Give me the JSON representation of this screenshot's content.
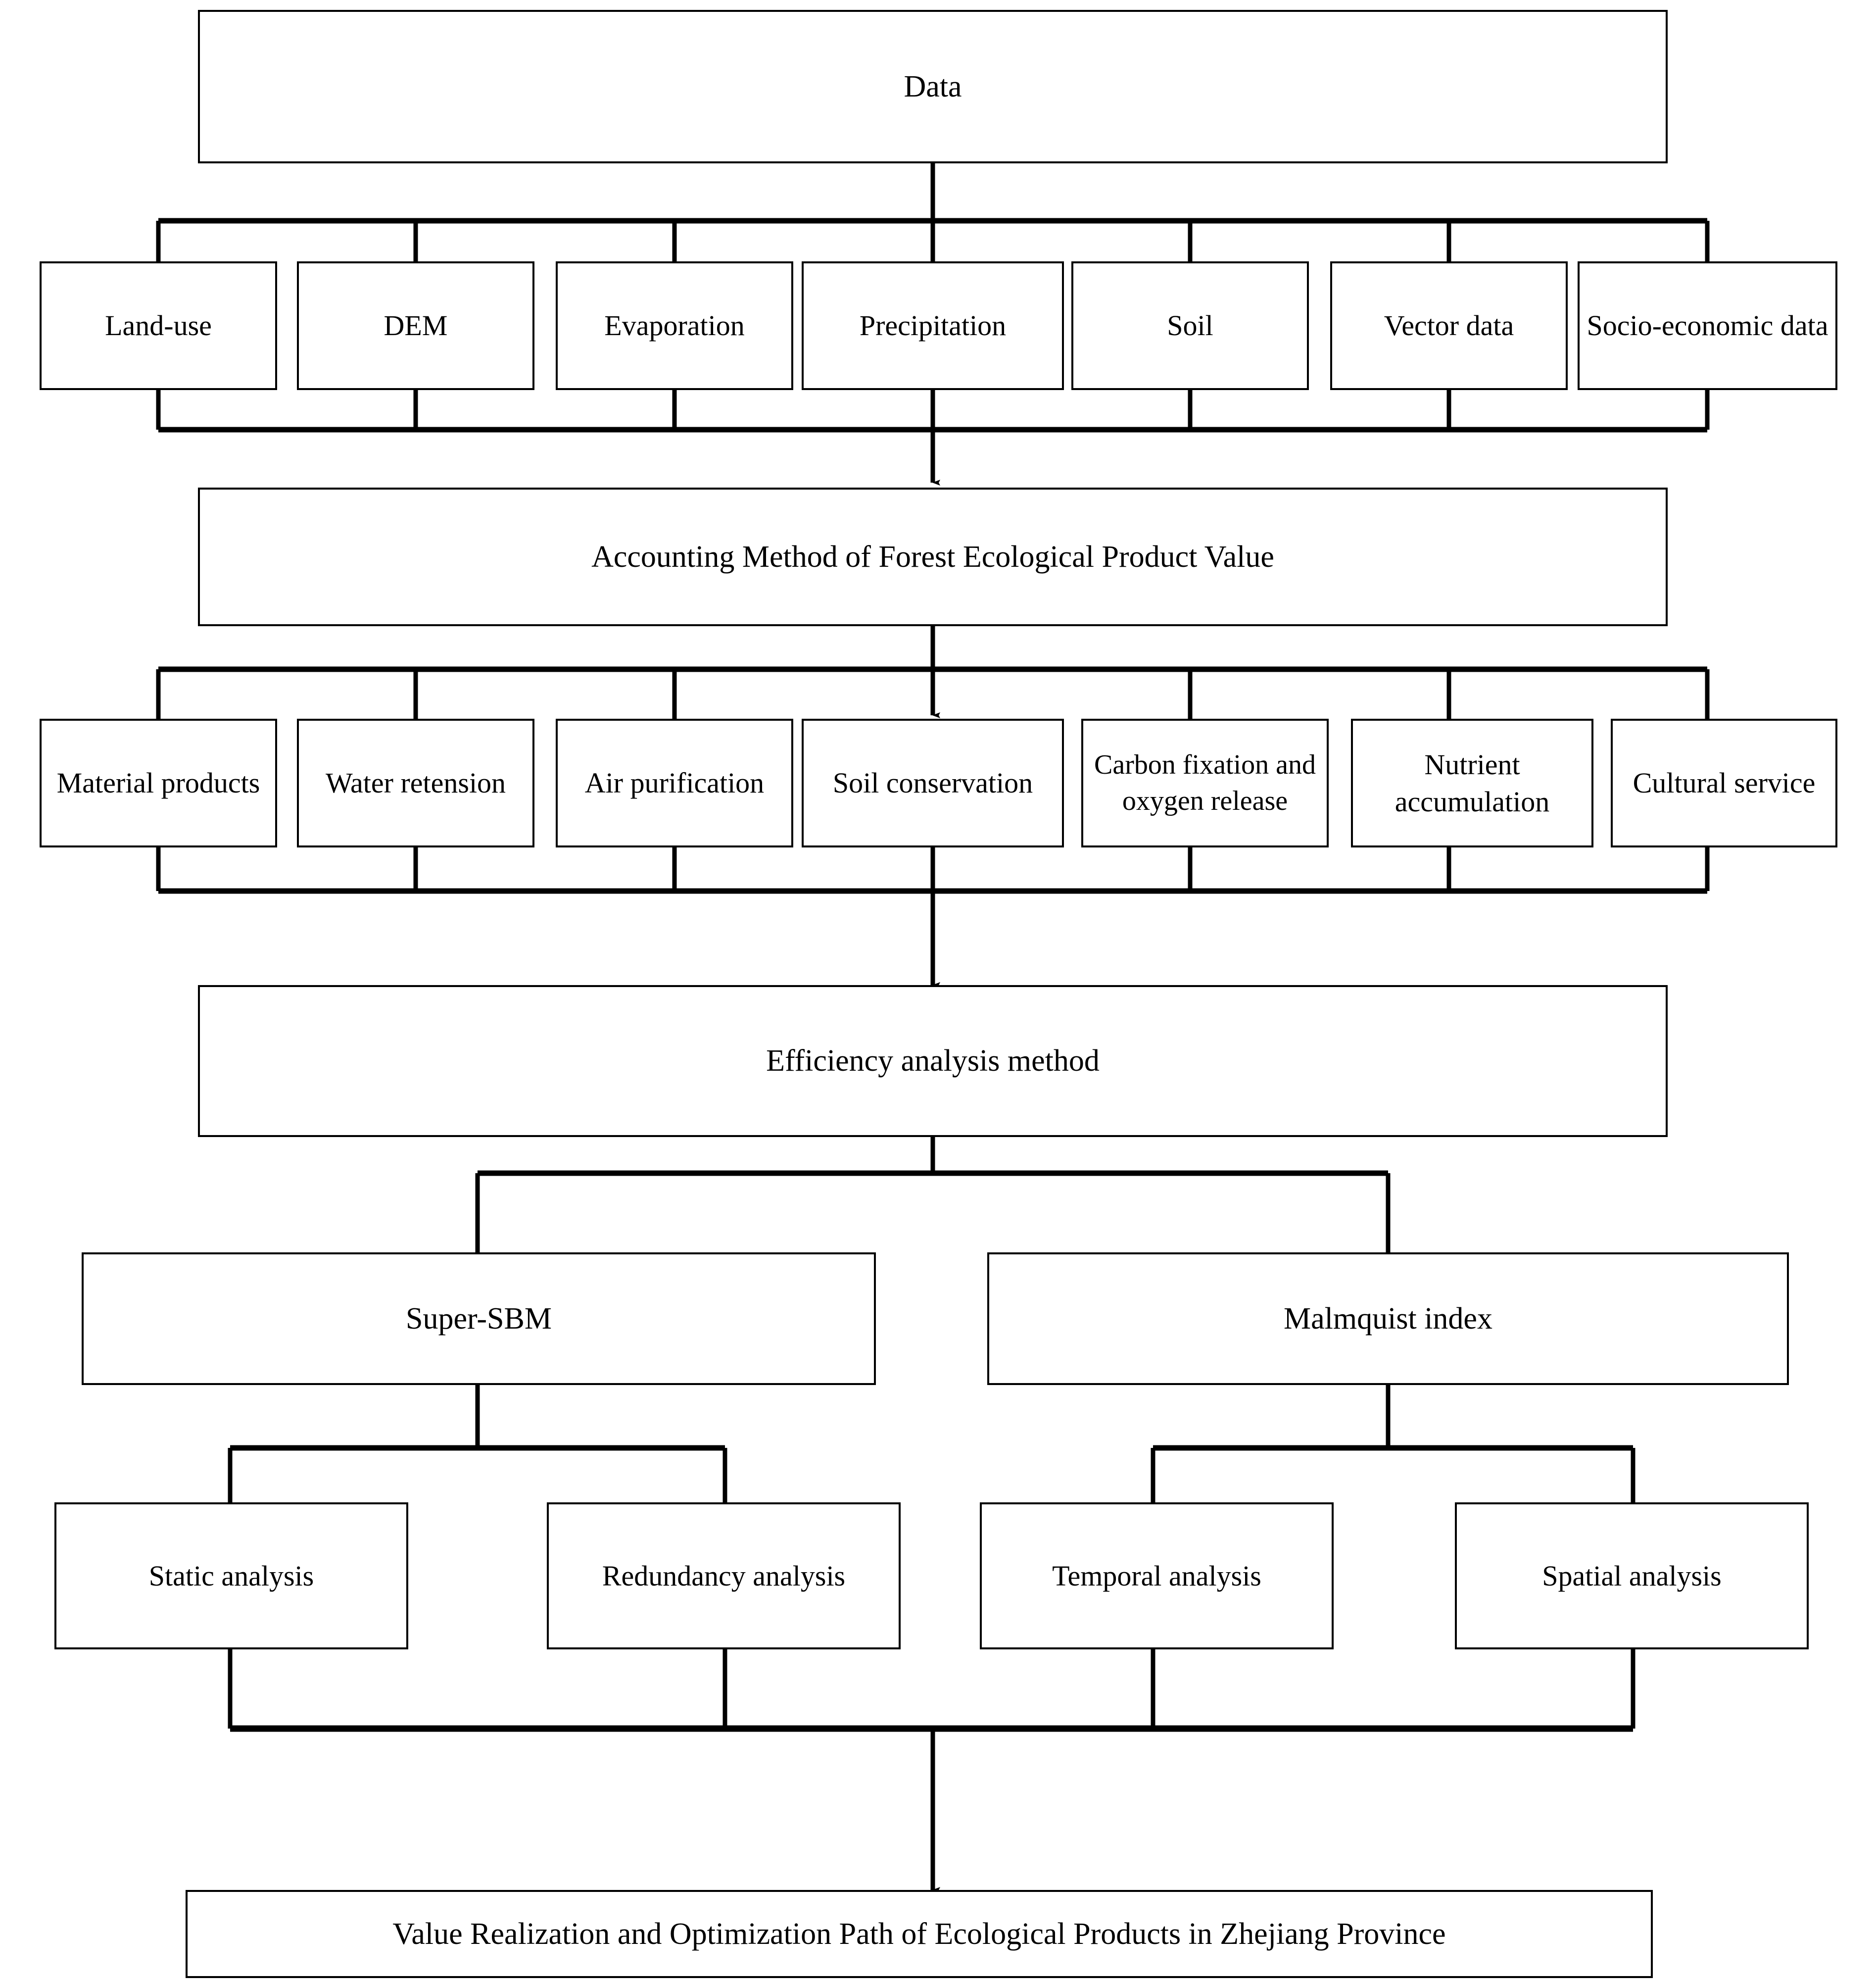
{
  "diagram": {
    "title": "Research framework flowchart",
    "type": "flowchart",
    "orientation": "top-to-bottom",
    "line_color": "#000000",
    "box_fill": "#ffffff",
    "box_border": "#000000"
  },
  "levels": {
    "l1_data": {
      "label": "Data"
    },
    "l2_sources": {
      "items": [
        {
          "label": "Land-use"
        },
        {
          "label": "DEM"
        },
        {
          "label": "Evaporation"
        },
        {
          "label": "Precipitation"
        },
        {
          "label": "Soil"
        },
        {
          "label": "Vector data"
        },
        {
          "label": "Socio-economic data"
        }
      ]
    },
    "l3_method": {
      "label": "Accounting Method of Forest Ecological Product Value"
    },
    "l4_services": {
      "items": [
        {
          "label": "Material products"
        },
        {
          "label": "Water retension"
        },
        {
          "label": "Air purification"
        },
        {
          "label": "Soil conservation"
        },
        {
          "label": "Carbon fixation and oxygen release"
        },
        {
          "label": "Nutrient accumulation"
        },
        {
          "label": "Cultural service"
        }
      ]
    },
    "l5_efficiency": {
      "label": "Efficiency analysis method"
    },
    "l6_models": {
      "items": [
        {
          "label": "Super-SBM"
        },
        {
          "label": "Malmquist index"
        }
      ]
    },
    "l7_analyses": {
      "items": [
        {
          "label": "Static analysis"
        },
        {
          "label": "Redundancy analysis"
        },
        {
          "label": "Temporal analysis"
        },
        {
          "label": "Spatial analysis"
        }
      ]
    },
    "l8_outcome": {
      "label": "Value Realization and Optimization Path of Ecological Products in Zhejiang Province"
    }
  }
}
